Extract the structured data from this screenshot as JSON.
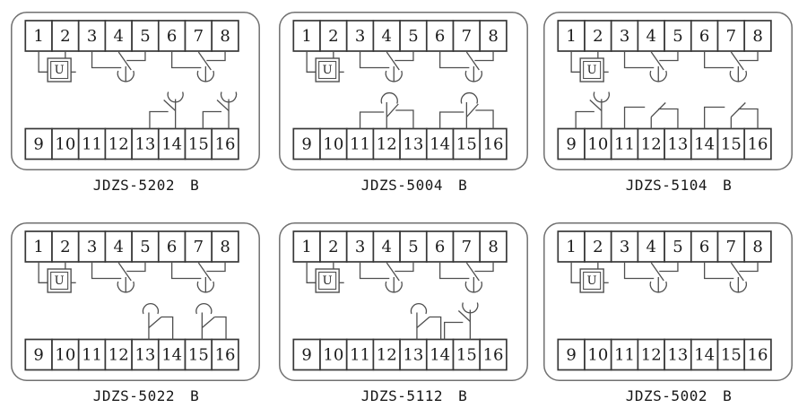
{
  "colors": {
    "background": "#ffffff",
    "line": "#4f4f4f",
    "frame": "#707070",
    "terminal_border": "#383838",
    "text": "#1b1b1b"
  },
  "panels": [
    {
      "model": "JDZS-5202 B",
      "grid": {
        "col": 0,
        "row": 0
      },
      "top_terminals": [
        "1",
        "2",
        "3",
        "4",
        "5",
        "6",
        "7",
        "8"
      ],
      "bottom_terminals": [
        "9",
        "10",
        "11",
        "12",
        "13",
        "14",
        "15",
        "16"
      ],
      "coil": {
        "symbol": "u-box",
        "label": "U",
        "terminals": [
          "1",
          "2"
        ]
      },
      "top_contacts": [
        {
          "shape": "contact-3term-arc-down",
          "terminals": [
            "3",
            "4",
            "5"
          ]
        },
        {
          "shape": "contact-3term-arc-down",
          "terminals": [
            "6",
            "7",
            "8"
          ]
        }
      ],
      "bottom_contacts": [
        {
          "shape": "contact-2term-cup-up",
          "terminals": [
            "13",
            "14"
          ]
        },
        {
          "shape": "contact-2term-cup-up",
          "terminals": [
            "15",
            "16"
          ]
        }
      ]
    },
    {
      "model": "JDZS-5004 B",
      "grid": {
        "col": 1,
        "row": 0
      },
      "top_terminals": [
        "1",
        "2",
        "3",
        "4",
        "5",
        "6",
        "7",
        "8"
      ],
      "bottom_terminals": [
        "9",
        "10",
        "11",
        "12",
        "13",
        "14",
        "15",
        "16"
      ],
      "coil": {
        "symbol": "u-box",
        "label": "U",
        "terminals": [
          "1",
          "2"
        ]
      },
      "top_contacts": [
        {
          "shape": "contact-3term-arc-down",
          "terminals": [
            "3",
            "4",
            "5"
          ]
        },
        {
          "shape": "contact-3term-arc-down",
          "terminals": [
            "6",
            "7",
            "8"
          ]
        }
      ],
      "bottom_contacts": [
        {
          "shape": "contact-3term-arc-up",
          "terminals": [
            "11",
            "12",
            "13"
          ]
        },
        {
          "shape": "contact-3term-arc-up",
          "terminals": [
            "14",
            "15",
            "16"
          ]
        }
      ]
    },
    {
      "model": "JDZS-5104 B",
      "grid": {
        "col": 2,
        "row": 0
      },
      "top_terminals": [
        "1",
        "2",
        "3",
        "4",
        "5",
        "6",
        "7",
        "8"
      ],
      "bottom_terminals": [
        "9",
        "10",
        "11",
        "12",
        "13",
        "14",
        "15",
        "16"
      ],
      "coil": {
        "symbol": "u-box",
        "label": "U",
        "terminals": [
          "1",
          "2"
        ]
      },
      "top_contacts": [
        {
          "shape": "contact-3term-arc-down",
          "terminals": [
            "3",
            "4",
            "5"
          ]
        },
        {
          "shape": "contact-3term-arc-down",
          "terminals": [
            "6",
            "7",
            "8"
          ]
        }
      ],
      "bottom_contacts": [
        {
          "shape": "contact-2term-cup-up",
          "terminals": [
            "9",
            "10"
          ]
        },
        {
          "shape": "contact-3term-plain",
          "terminals": [
            "11",
            "12",
            "13"
          ]
        },
        {
          "shape": "contact-3term-plain",
          "terminals": [
            "14",
            "15",
            "16"
          ]
        }
      ]
    },
    {
      "model": "JDZS-5022 B",
      "grid": {
        "col": 0,
        "row": 1
      },
      "top_terminals": [
        "1",
        "2",
        "3",
        "4",
        "5",
        "6",
        "7",
        "8"
      ],
      "bottom_terminals": [
        "9",
        "10",
        "11",
        "12",
        "13",
        "14",
        "15",
        "16"
      ],
      "coil": {
        "symbol": "u-box",
        "label": "U",
        "terminals": [
          "1",
          "2"
        ]
      },
      "top_contacts": [
        {
          "shape": "contact-3term-arc-down",
          "terminals": [
            "3",
            "4",
            "5"
          ]
        },
        {
          "shape": "contact-3term-arc-down",
          "terminals": [
            "6",
            "7",
            "8"
          ]
        }
      ],
      "bottom_contacts": [
        {
          "shape": "contact-2term-dome-up",
          "terminals": [
            "13",
            "14"
          ]
        },
        {
          "shape": "contact-2term-dome-up",
          "terminals": [
            "15",
            "16"
          ]
        }
      ]
    },
    {
      "model": "JDZS-5112 B",
      "grid": {
        "col": 1,
        "row": 1
      },
      "top_terminals": [
        "1",
        "2",
        "3",
        "4",
        "5",
        "6",
        "7",
        "8"
      ],
      "bottom_terminals": [
        "9",
        "10",
        "11",
        "12",
        "13",
        "14",
        "15",
        "16"
      ],
      "coil": {
        "symbol": "u-box",
        "label": "U",
        "terminals": [
          "1",
          "2"
        ]
      },
      "top_contacts": [
        {
          "shape": "contact-3term-arc-down",
          "terminals": [
            "3",
            "4",
            "5"
          ]
        },
        {
          "shape": "contact-3term-arc-down",
          "terminals": [
            "6",
            "7",
            "8"
          ]
        }
      ],
      "bottom_contacts": [
        {
          "shape": "contact-2term-dome-up",
          "terminals": [
            "13",
            "14"
          ]
        },
        {
          "shape": "contact-2term-cup-up",
          "terminals": [
            "14",
            "15"
          ]
        }
      ]
    },
    {
      "model": "JDZS-5002 B",
      "grid": {
        "col": 2,
        "row": 1
      },
      "top_terminals": [
        "1",
        "2",
        "3",
        "4",
        "5",
        "6",
        "7",
        "8"
      ],
      "bottom_terminals": [
        "9",
        "10",
        "11",
        "12",
        "13",
        "14",
        "15",
        "16"
      ],
      "coil": {
        "symbol": "u-box",
        "label": "U",
        "terminals": [
          "1",
          "2"
        ]
      },
      "top_contacts": [
        {
          "shape": "contact-3term-arc-down",
          "terminals": [
            "3",
            "4",
            "5"
          ]
        },
        {
          "shape": "contact-3term-arc-down",
          "terminals": [
            "6",
            "7",
            "8"
          ]
        }
      ],
      "bottom_contacts": []
    }
  ]
}
